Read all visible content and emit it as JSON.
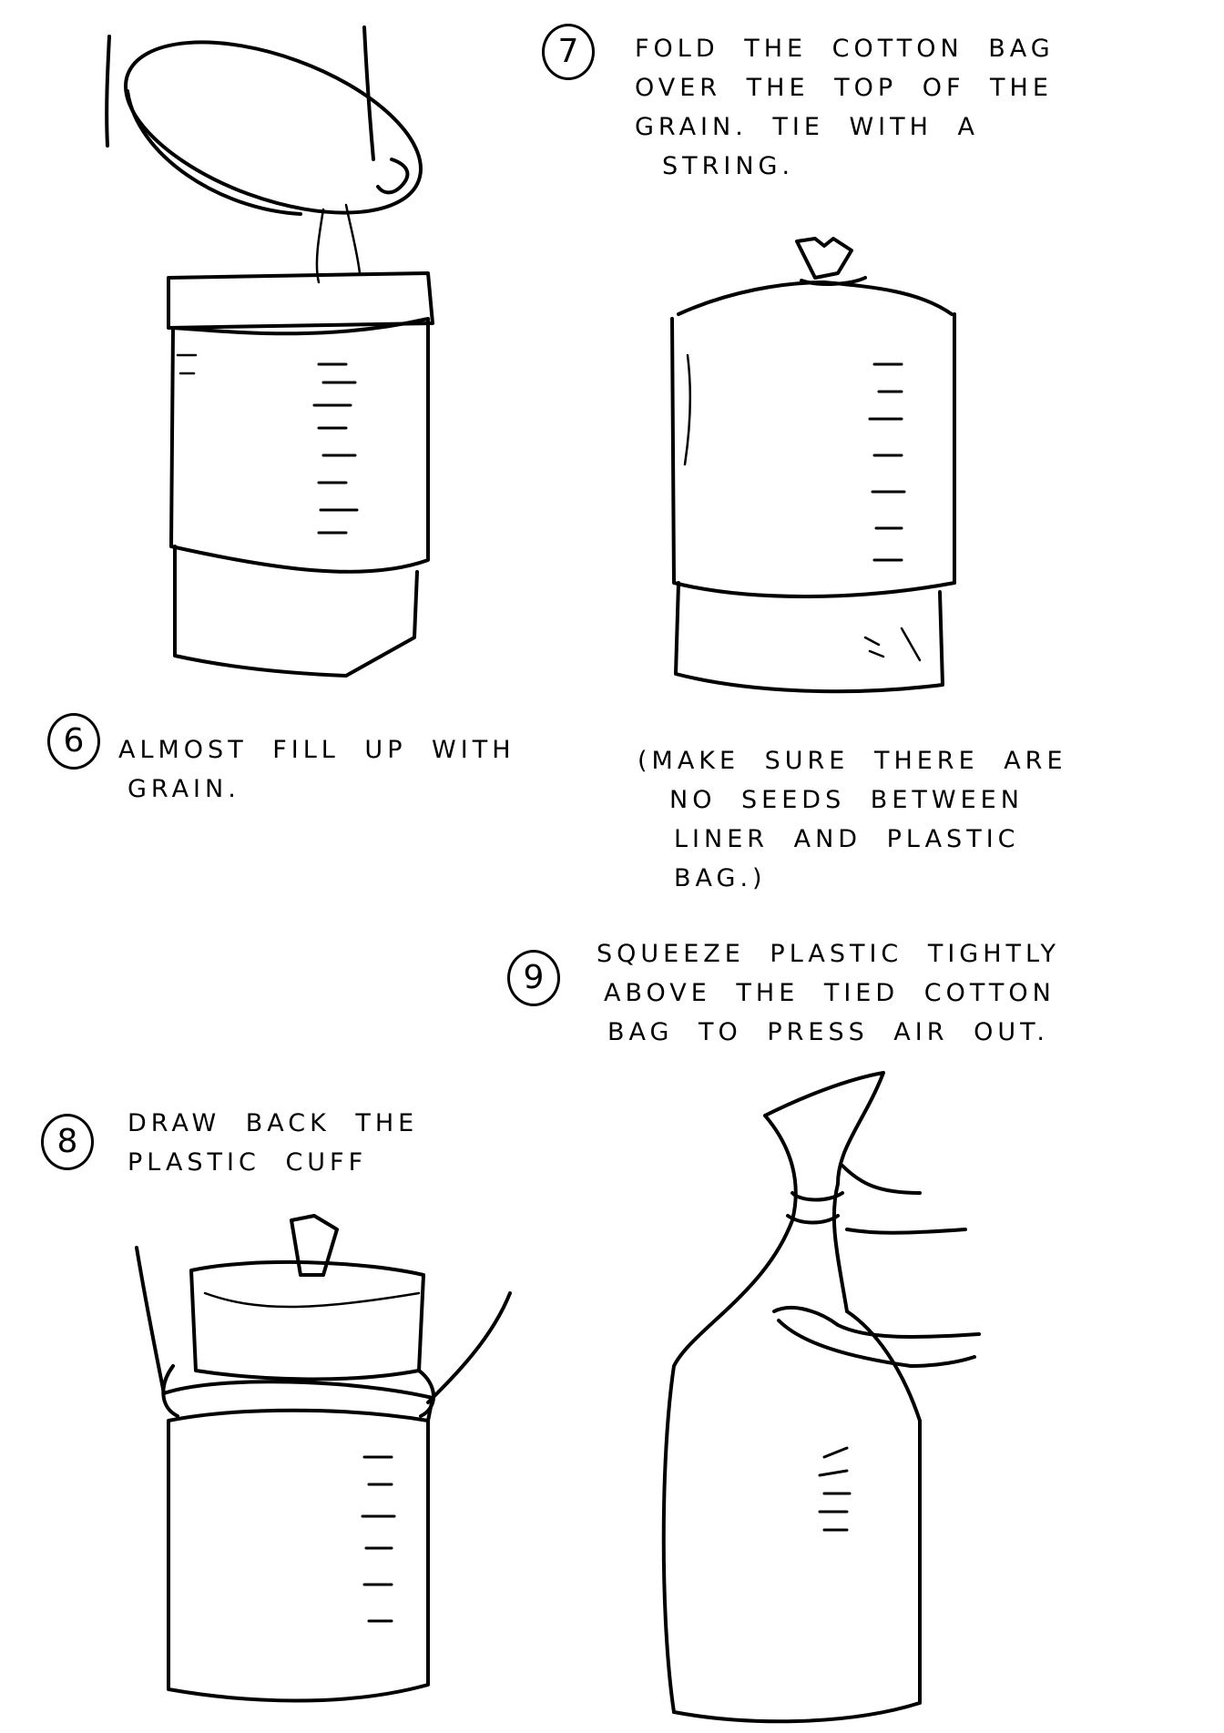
{
  "steps": [
    {
      "number": "6",
      "lines": [
        "Almost fill up with",
        "grain."
      ]
    },
    {
      "number": "7",
      "lines": [
        "Fold the cotton bag",
        "over the top of the",
        "grain. Tie with a",
        "string."
      ]
    },
    {
      "number": "8",
      "lines": [
        "Draw back the",
        "plastic cuff"
      ]
    },
    {
      "number": "9",
      "lines": [
        "Squeeze plastic tightly",
        "above the tied cotton",
        "bag to press air out."
      ]
    }
  ],
  "note": {
    "lines": [
      "(Make sure there are",
      "no seeds between",
      "liner and plastic",
      "bag.)"
    ]
  }
}
